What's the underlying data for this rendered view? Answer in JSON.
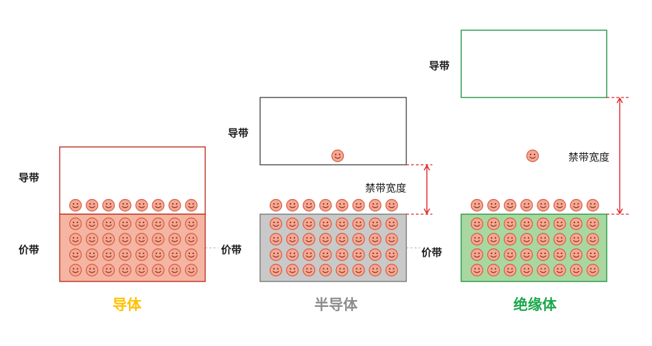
{
  "colors": {
    "conductor": "#f5b5a3",
    "conductor_border": "#c0392b",
    "semiconductor": "#c9c9c9",
    "semiconductor_border": "#7f7f7f",
    "insulator": "#a8d8a0",
    "insulator_border": "#2e9b4e",
    "electron_fill": "#f4a995",
    "electron_stroke": "#d9573b",
    "gap_line": "#e02020",
    "title_conductor": "#ffc000",
    "title_semiconductor": "#8c8c8c",
    "title_insulator": "#1aa84a"
  },
  "icons": {
    "electron": "smiley-face-icon"
  },
  "materials": [
    {
      "id": "conductor",
      "title": "导体",
      "conduction_band_label": "导带",
      "valence_band_label": "价带",
      "valence_electron_rows": 4,
      "electrons_per_row": 8,
      "boundary_electrons": 8,
      "conduction_band_electrons": 0,
      "free_electrons": 0
    },
    {
      "id": "semiconductor",
      "title": "半导体",
      "conduction_band_label": "导带",
      "valence_band_label": "价带",
      "gap_label": "禁带宽度",
      "valence_electron_rows": 4,
      "electrons_per_row": 8,
      "boundary_electrons": 8,
      "conduction_band_electrons": 1,
      "free_electrons": 0
    },
    {
      "id": "insulator",
      "title": "绝缘体",
      "conduction_band_label": "导带",
      "valence_band_label": "价带",
      "gap_label": "禁带宽度",
      "valence_electron_rows": 4,
      "electrons_per_row": 8,
      "boundary_electrons": 8,
      "conduction_band_electrons": 0,
      "free_electrons": 1
    }
  ]
}
